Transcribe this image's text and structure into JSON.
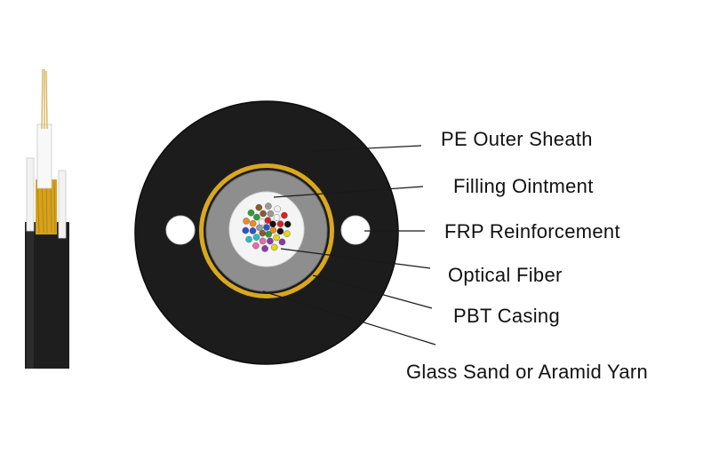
{
  "colors": {
    "sheath": "#1c1c1c",
    "sheath_edge": "#0c0c0c",
    "yarn": "#d9a81e",
    "casing": "#8e8e8e",
    "filling": "#f4f4f4",
    "frp": "#ffffff",
    "leader": "#1a1a1a",
    "text": "#111111"
  },
  "labels": [
    {
      "id": "pe-outer-sheath",
      "text": "PE Outer Sheath"
    },
    {
      "id": "filling-ointment",
      "text": "Filling Ointment"
    },
    {
      "id": "frp-reinforcement",
      "text": "FRP Reinforcement"
    },
    {
      "id": "optical-fiber",
      "text": "Optical Fiber"
    },
    {
      "id": "pbt-casing",
      "text": "PBT Casing"
    },
    {
      "id": "glass-sand-aramid-yarn",
      "text": "Glass Sand or Aramid Yarn"
    }
  ],
  "fiber_colors": [
    "#2a54c8",
    "#f08a1e",
    "#2e9a3a",
    "#8a5a2c",
    "#9a9a9a",
    "#f2f2f2",
    "#d62222",
    "#111111",
    "#e8d21a",
    "#8a3aa8",
    "#e86aa8",
    "#2ab8c8"
  ]
}
